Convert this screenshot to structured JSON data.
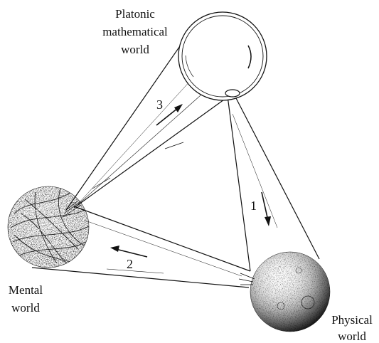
{
  "diagram": {
    "worlds": {
      "platonic": {
        "line1": "Platonic",
        "line2": "mathematical",
        "line3": "world"
      },
      "mental": {
        "line1": "Mental",
        "line2": "world"
      },
      "physical": {
        "line1": "Physical",
        "line2": "world"
      }
    },
    "arrows": {
      "one": "1",
      "two": "2",
      "three": "3"
    }
  },
  "colors": {
    "ink": "#111111",
    "background": "#ffffff"
  }
}
